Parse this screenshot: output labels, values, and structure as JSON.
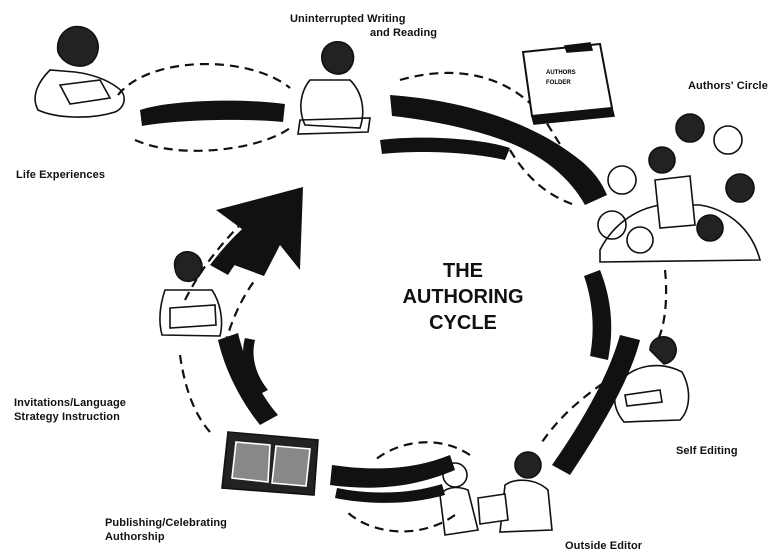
{
  "center_title": [
    "THE",
    "AUTHORING",
    "CYCLE"
  ],
  "stages": [
    {
      "id": "life",
      "lines": [
        "Life Experiences"
      ]
    },
    {
      "id": "uninterrupted",
      "lines": [
        "Uninterrupted Writing",
        "and Reading"
      ]
    },
    {
      "id": "circle",
      "lines": [
        "Authors' Circle"
      ]
    },
    {
      "id": "selfedit",
      "lines": [
        "Self Editing"
      ]
    },
    {
      "id": "outside",
      "lines": [
        "Outside Editor"
      ]
    },
    {
      "id": "publishing",
      "lines": [
        "Publishing/Celebrating",
        "Authorship"
      ]
    },
    {
      "id": "invitations",
      "lines": [
        "Invitations/Language",
        "Strategy Instruction"
      ]
    }
  ],
  "folder_label": [
    "AUTHORS",
    "FOLDER"
  ]
}
